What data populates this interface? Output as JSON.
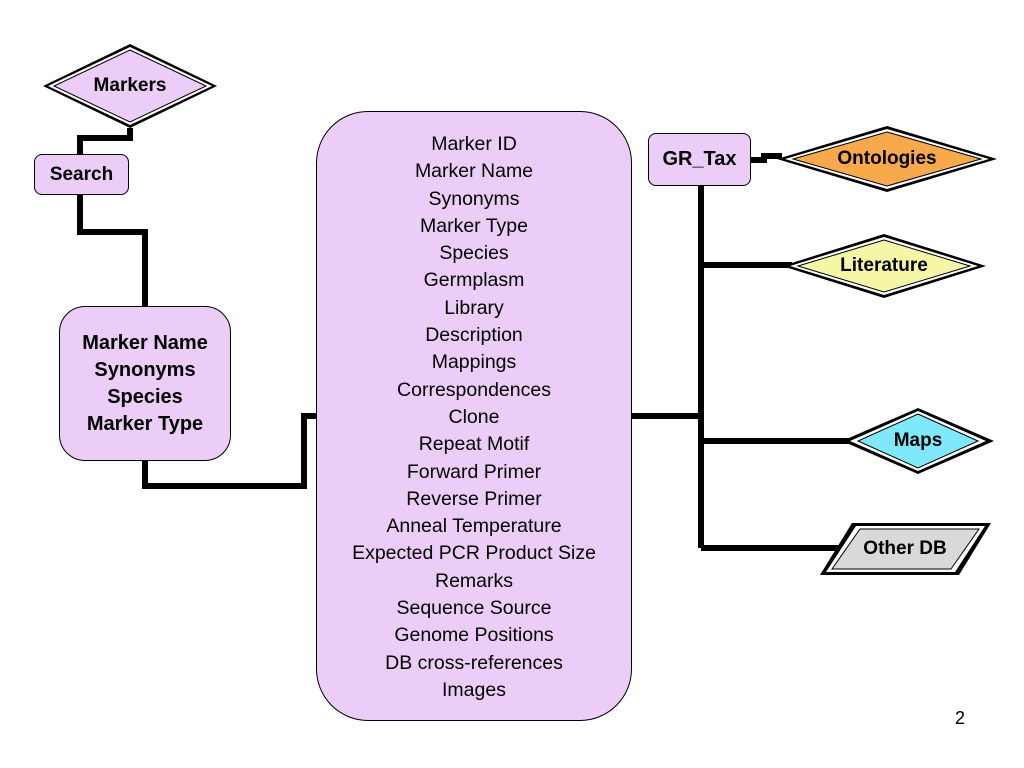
{
  "diagram": {
    "markers_label": "Markers",
    "search_label": "Search",
    "search_fields": [
      "Marker Name",
      "Synonyms",
      "Species",
      "Marker Type"
    ],
    "marker_attributes": [
      "Marker ID",
      "Marker Name",
      "Synonyms",
      "Marker Type",
      "Species",
      "Germplasm",
      "Library",
      "Description",
      "Mappings",
      "Correspondences",
      "Clone",
      "Repeat Motif",
      "Forward Primer",
      "Reverse Primer",
      "Anneal Temperature",
      "Expected PCR Product Size",
      "Remarks",
      "Sequence Source",
      "Genome Positions",
      "DB cross-references",
      "Images"
    ],
    "gr_tax_label": "GR_Tax",
    "ontologies_label": "Ontologies",
    "literature_label": "Literature",
    "maps_label": "Maps",
    "other_db_label": "Other DB"
  },
  "colors": {
    "box_fill": "#ebcdf8",
    "markers_fill": "#ebcdf8",
    "ontologies_fill": "#f8a94c",
    "literature_fill": "#f6f7a6",
    "maps_fill": "#7fe9fb",
    "other_db_fill": "#d9d9d9",
    "connector": "#000000"
  },
  "page_number": "2"
}
